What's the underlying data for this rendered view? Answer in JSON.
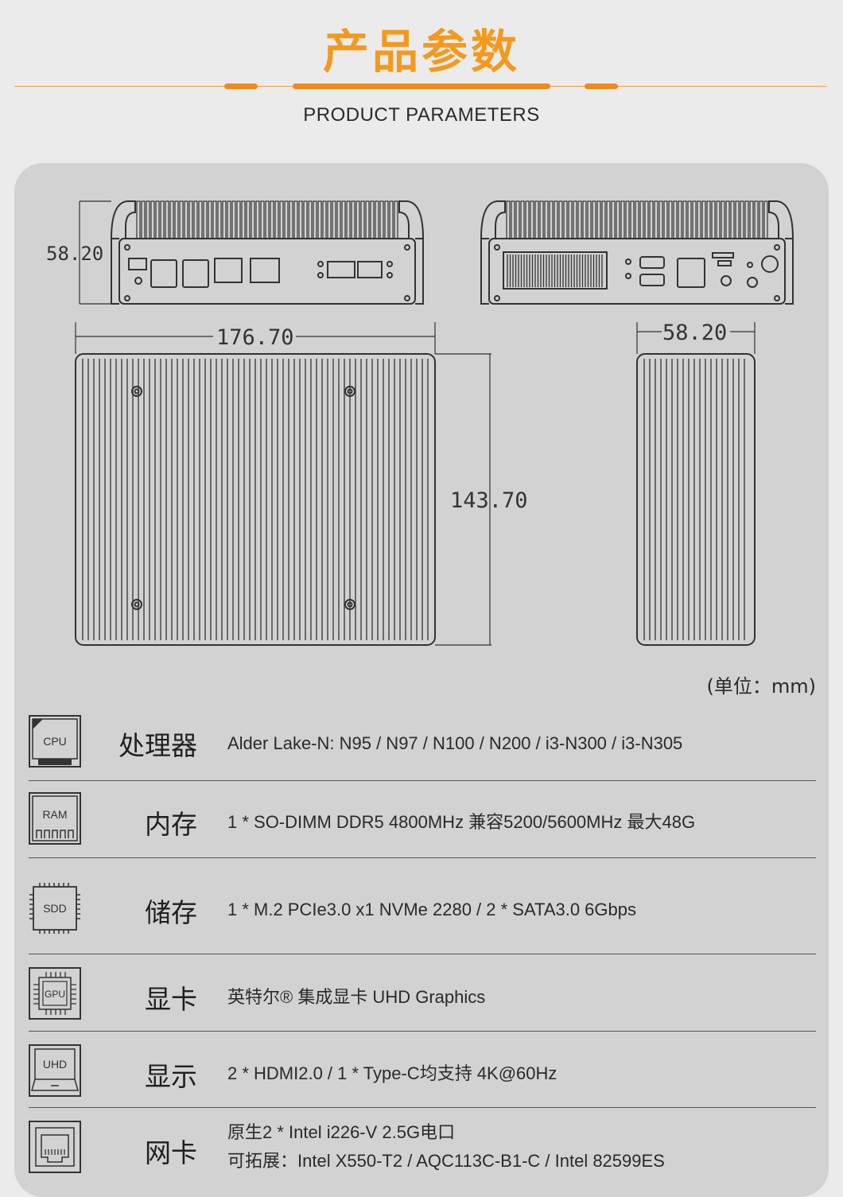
{
  "header": {
    "title_cn": "产品参数",
    "title_en": "PRODUCT PARAMETERS",
    "accent_color": "#f39a1e"
  },
  "drawing": {
    "dim_front_height": "58.20",
    "dim_width": "176.70",
    "dim_depth": "143.70",
    "dim_side_width": "58.20",
    "unit_note": "(单位：mm)"
  },
  "specs": [
    {
      "icon": "cpu-icon",
      "icon_text": "CPU",
      "label": "处理器",
      "values": [
        "Alder Lake-N: N95 / N97 / N100 / N200 / i3-N300 / i3-N305"
      ]
    },
    {
      "icon": "ram-icon",
      "icon_text": "RAM",
      "label": "内存",
      "values": [
        "1 * SO-DIMM DDR5 4800MHz 兼容5200/5600MHz 最大48G"
      ]
    },
    {
      "icon": "ssd-icon",
      "icon_text": "SDD",
      "label": "储存",
      "values": [
        "1 * M.2 PCIe3.0 x1 NVMe 2280 / 2 * SATA3.0 6Gbps"
      ]
    },
    {
      "icon": "gpu-icon",
      "icon_text": "GPU",
      "label": "显卡",
      "values": [
        "英特尔® 集成显卡  UHD Graphics"
      ]
    },
    {
      "icon": "display-icon",
      "icon_text": "UHD",
      "label": "显示",
      "values": [
        "2 * HDMI2.0 / 1 * Type-C均支持 4K@60Hz"
      ]
    },
    {
      "icon": "ethernet-icon",
      "icon_text": "",
      "label": "网卡",
      "values": [
        "原生2 * Intel i226-V 2.5G电口",
        "可拓展：Intel X550-T2 / AQC113C-B1-C / Intel 82599ES"
      ]
    }
  ]
}
